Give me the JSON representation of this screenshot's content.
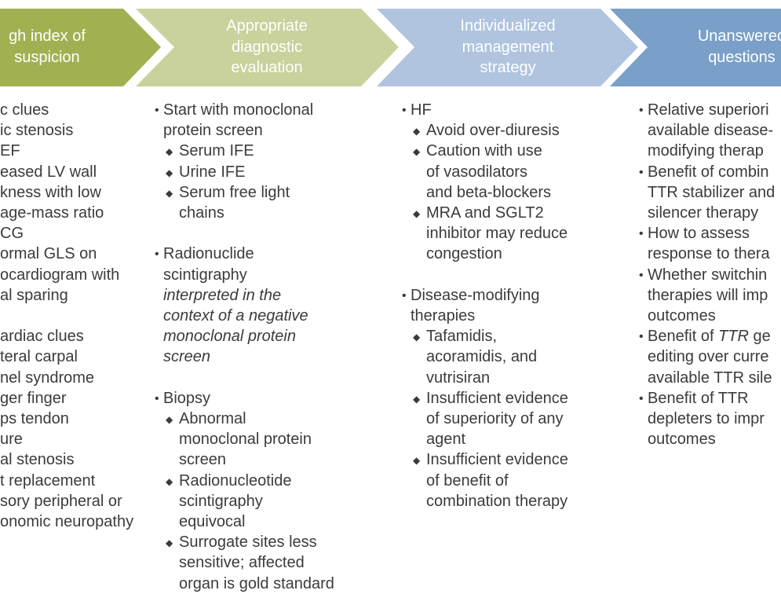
{
  "colors": {
    "step1": "#a1b152",
    "step2": "#c9d29d",
    "step3": "#b0c4df",
    "step4": "#7a9fc8",
    "text": "#3b3b3b"
  },
  "headers": [
    {
      "lines": [
        "gh index of",
        "suspicion"
      ]
    },
    {
      "lines": [
        "Appropriate",
        "diagnostic",
        "evaluation"
      ]
    },
    {
      "lines": [
        "Individualized",
        "management",
        "strategy"
      ]
    },
    {
      "lines": [
        "Unanswered",
        "questions"
      ]
    }
  ],
  "columns": [
    {
      "lines": [
        {
          "t": "c clues",
          "k": "plain"
        },
        {
          "t": "ic stenosis",
          "k": "plain"
        },
        {
          "t": "EF",
          "k": "plain"
        },
        {
          "t": "eased LV wall",
          "k": "plain"
        },
        {
          "t": "kness with low",
          "k": "plain"
        },
        {
          "t": "age-mass ratio",
          "k": "plain"
        },
        {
          "t": "CG",
          "k": "plain"
        },
        {
          "t": "ormal GLS on",
          "k": "plain"
        },
        {
          "t": "ocardiogram with",
          "k": "plain"
        },
        {
          "t": "al sparing",
          "k": "plain"
        },
        {
          "t": "",
          "k": "blank"
        },
        {
          "t": "ardiac clues",
          "k": "plain"
        },
        {
          "t": "teral carpal",
          "k": "plain"
        },
        {
          "t": "nel syndrome",
          "k": "plain"
        },
        {
          "t": "ger finger",
          "k": "plain"
        },
        {
          "t": "ps tendon",
          "k": "plain"
        },
        {
          "t": "ure",
          "k": "plain"
        },
        {
          "t": "al stenosis",
          "k": "plain"
        },
        {
          "t": "t replacement",
          "k": "plain"
        },
        {
          "t": "sory peripheral or",
          "k": "plain"
        },
        {
          "t": "onomic neuropathy",
          "k": "plain"
        }
      ]
    },
    {
      "lines": [
        {
          "t": "Start with monoclonal",
          "k": "bullet"
        },
        {
          "t": "protein screen",
          "k": "cont"
        },
        {
          "t": "Serum IFE",
          "k": "diamond"
        },
        {
          "t": "Urine IFE",
          "k": "diamond"
        },
        {
          "t": "Serum free light",
          "k": "diamond"
        },
        {
          "t": "chains",
          "k": "subcont"
        },
        {
          "t": "",
          "k": "blank"
        },
        {
          "t": "Radionuclide",
          "k": "bullet"
        },
        {
          "t": "scintigraphy",
          "k": "cont"
        },
        {
          "t": "interpreted in the",
          "k": "cont",
          "i": true
        },
        {
          "t": "context of a negative",
          "k": "cont",
          "i": true
        },
        {
          "t": "monoclonal protein",
          "k": "cont",
          "i": true
        },
        {
          "t": "screen",
          "k": "cont",
          "i": true
        },
        {
          "t": "",
          "k": "blank"
        },
        {
          "t": "Biopsy",
          "k": "bullet"
        },
        {
          "t": "Abnormal",
          "k": "diamond"
        },
        {
          "t": "monoclonal protein",
          "k": "subcont"
        },
        {
          "t": "screen",
          "k": "subcont"
        },
        {
          "t": "Radionucleotide",
          "k": "diamond"
        },
        {
          "t": "scintigraphy",
          "k": "subcont"
        },
        {
          "t": "equivocal",
          "k": "subcont"
        },
        {
          "t": "Surrogate sites less",
          "k": "diamond"
        },
        {
          "t": "sensitive; affected",
          "k": "subcont"
        },
        {
          "t": "organ is gold standard",
          "k": "subcont"
        }
      ]
    },
    {
      "lines": [
        {
          "t": "HF",
          "k": "bullet"
        },
        {
          "t": "Avoid over-diuresis",
          "k": "diamond"
        },
        {
          "t": "Caution with use",
          "k": "diamond"
        },
        {
          "t": "of vasodilators",
          "k": "subcont"
        },
        {
          "t": "and beta-blockers",
          "k": "subcont"
        },
        {
          "t": "MRA and SGLT2",
          "k": "diamond"
        },
        {
          "t": "inhibitor may reduce",
          "k": "subcont"
        },
        {
          "t": "congestion",
          "k": "subcont"
        },
        {
          "t": "",
          "k": "blank"
        },
        {
          "t": "Disease-modifying",
          "k": "bullet"
        },
        {
          "t": "therapies",
          "k": "cont"
        },
        {
          "t": "Tafamidis,",
          "k": "diamond"
        },
        {
          "t": "acoramidis, and",
          "k": "subcont"
        },
        {
          "t": "vutrisiran",
          "k": "subcont"
        },
        {
          "t": "Insufficient evidence",
          "k": "diamond"
        },
        {
          "t": "of superiority of any",
          "k": "subcont"
        },
        {
          "t": "agent",
          "k": "subcont"
        },
        {
          "t": "Insufficient evidence",
          "k": "diamond"
        },
        {
          "t": "of benefit of",
          "k": "subcont"
        },
        {
          "t": "combination therapy",
          "k": "subcont"
        }
      ]
    },
    {
      "lines": [
        {
          "t": "Relative superiori",
          "k": "bullet"
        },
        {
          "t": "available disease-",
          "k": "cont"
        },
        {
          "t": "modifying therap",
          "k": "cont"
        },
        {
          "t": "Benefit of combin",
          "k": "bullet"
        },
        {
          "t": "TTR stabilizer and",
          "k": "cont"
        },
        {
          "t": "silencer therapy",
          "k": "cont"
        },
        {
          "t": "How to assess",
          "k": "bullet"
        },
        {
          "t": "response to thera",
          "k": "cont"
        },
        {
          "t": "Whether switchin",
          "k": "bullet"
        },
        {
          "t": "therapies will imp",
          "k": "cont"
        },
        {
          "t": "outcomes",
          "k": "cont"
        },
        {
          "t": "Benefit of ",
          "k": "bullet",
          "tail_italic": "TTR",
          "tail": " ge"
        },
        {
          "t": "editing over curre",
          "k": "cont"
        },
        {
          "t": "available TTR sile",
          "k": "cont"
        },
        {
          "t": "Benefit of TTR",
          "k": "bullet"
        },
        {
          "t": "depleters to impr",
          "k": "cont"
        },
        {
          "t": "outcomes",
          "k": "cont"
        }
      ]
    }
  ]
}
